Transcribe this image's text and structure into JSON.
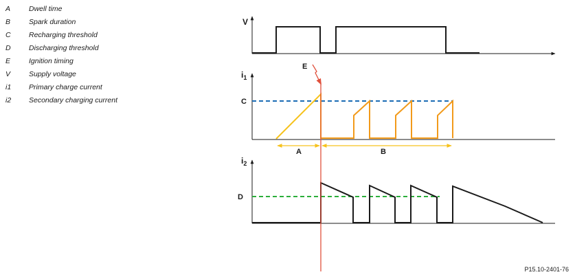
{
  "legend": [
    {
      "key": "A",
      "text": "Dwell time"
    },
    {
      "key": "B",
      "text": "Spark duration"
    },
    {
      "key": "C",
      "text": "Recharging threshold"
    },
    {
      "key": "D",
      "text": "Discharging threshold"
    },
    {
      "key": "E",
      "text": "Ignition timing"
    },
    {
      "key": "V",
      "text": "Supply voltage"
    },
    {
      "key": "i1",
      "text": "Primary charge current"
    },
    {
      "key": "i2",
      "text": "Secondary charging current"
    }
  ],
  "axes": {
    "v_label": "V",
    "i1_main": "i",
    "i1_sub": "1",
    "i2_main": "i",
    "i2_sub": "2"
  },
  "markers": {
    "c": "C",
    "d": "D",
    "e": "E",
    "a": "A",
    "b": "B"
  },
  "colors": {
    "voltage": "#1a1a1a",
    "dwell_ramp": "#f6c21c",
    "recharge": "#f29a1a",
    "threshold_c": "#1a6bb5",
    "threshold_d": "#2bae3a",
    "ignition": "#e0503c",
    "secondary": "#1a1a1a"
  },
  "footer": "P15.10-2401-76"
}
